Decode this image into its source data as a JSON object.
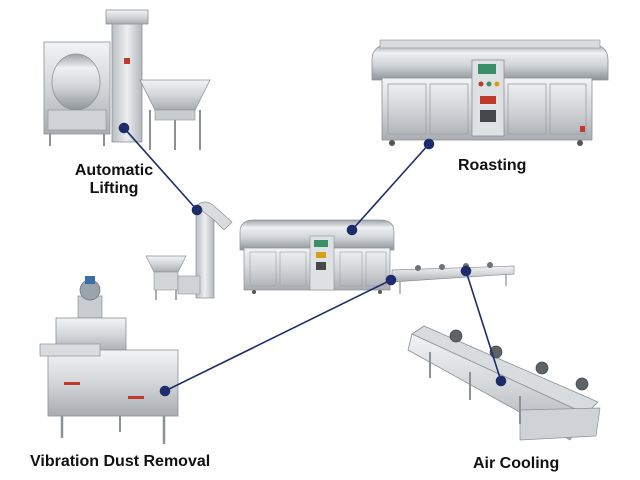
{
  "labels": {
    "automatic_lifting_line1": "Automatic",
    "automatic_lifting_line2": "Lifting",
    "roasting": "Roasting",
    "vibration_dust_removal": "Vibration Dust Removal",
    "air_cooling": "Air Cooling"
  },
  "colors": {
    "connector": "#1d2d6b",
    "steel_light": "#e4e6e8",
    "steel_mid": "#c3c7cb",
    "steel_dark": "#8c9196",
    "panel_red": "#c0392b",
    "screen_green": "#3a8f66"
  }
}
